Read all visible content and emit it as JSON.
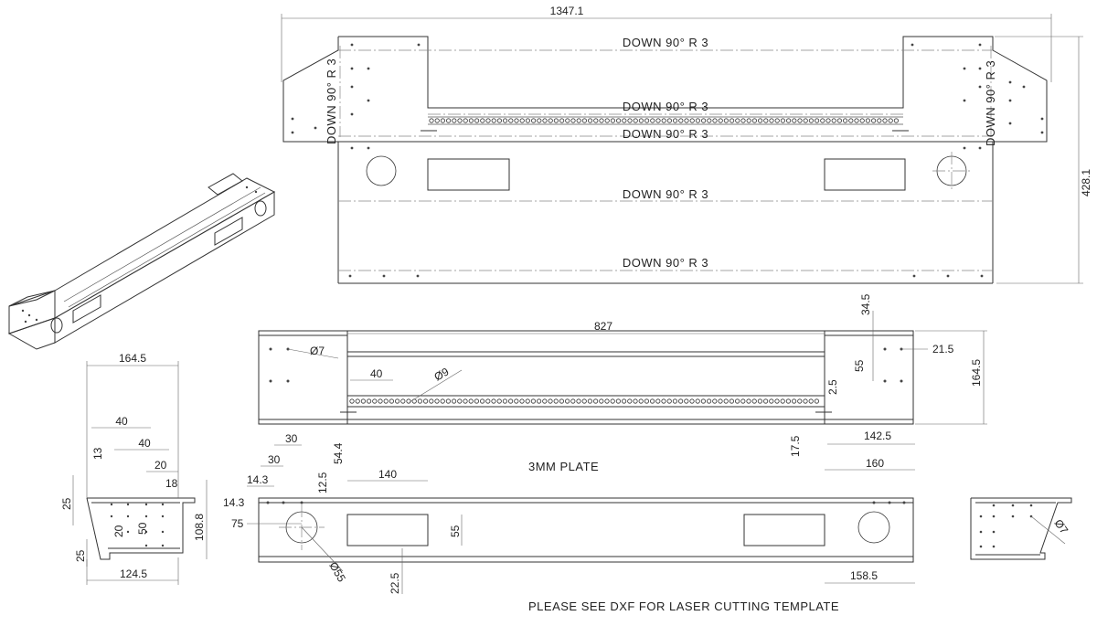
{
  "notes": {
    "plate": "3MM PLATE",
    "laser": "PLEASE SEE DXF FOR LASER CUTTING TEMPLATE"
  },
  "bend_label": "DOWN 90° R 3",
  "bend_label_compact": "DOWN 90° R 3",
  "flat_pattern": {
    "width": "1347.1",
    "height": "428.1"
  },
  "top_view": {
    "length": "827",
    "hole_dia_7": "Ø7",
    "hole_dia_9": "Ø9",
    "d40": "40",
    "d34_5": "34.5",
    "d21_5": "21.5",
    "d55": "55",
    "d164_5": "164.5",
    "d2_5": "2.5",
    "d142_5": "142.5",
    "d17_5": "17.5",
    "d160": "160"
  },
  "side_view": {
    "d164_5": "164.5",
    "d40a": "40",
    "d40b": "40",
    "d13": "13",
    "d20a": "20",
    "d18": "18",
    "d25a": "25",
    "d20b": "20",
    "d50": "50",
    "d108_8": "108.8",
    "d25b": "25",
    "d124_5": "124.5"
  },
  "front_view": {
    "d30a": "30",
    "d30b": "30",
    "d14_3a": "14.3",
    "d54_4": "54.4",
    "d12_5": "12.5",
    "d140": "140",
    "d14_3b": "14.3",
    "d75": "75",
    "d55": "55",
    "dia55": "Ø55",
    "d22_5": "22.5",
    "d158_5": "158.5"
  },
  "end_view": {
    "dia7": "Ø7"
  }
}
